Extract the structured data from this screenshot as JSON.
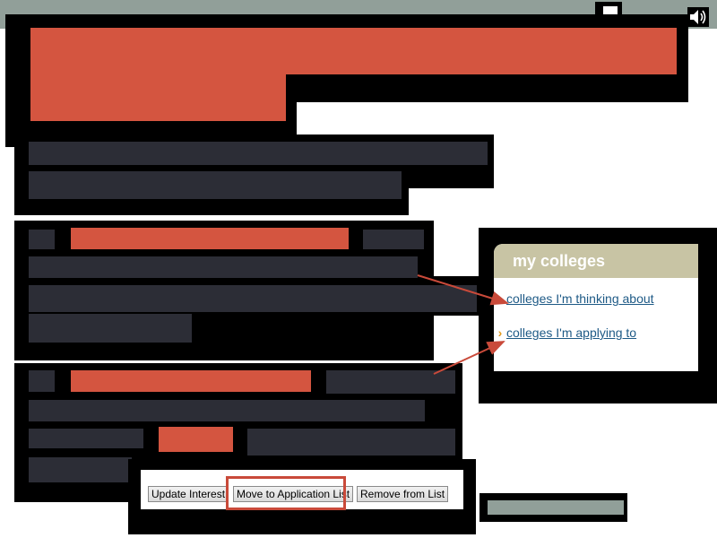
{
  "panel": {
    "title": "my colleges",
    "links": [
      {
        "chevron": "›",
        "label": "colleges I'm thinking about"
      },
      {
        "chevron": "›",
        "label": "colleges I'm applying to"
      }
    ]
  },
  "buttons": {
    "update": "Update Interest",
    "move": "Move to Application List",
    "remove": "Remove from List"
  },
  "icons": {
    "speaker": "speaker-icon"
  },
  "colors": {
    "accent_red": "#d45540",
    "navy_bar": "#2c2d36",
    "panel_header": "#c8c4a4",
    "link": "#1e5a86",
    "chevron": "#e29a1e",
    "topbar": "#919f99"
  }
}
